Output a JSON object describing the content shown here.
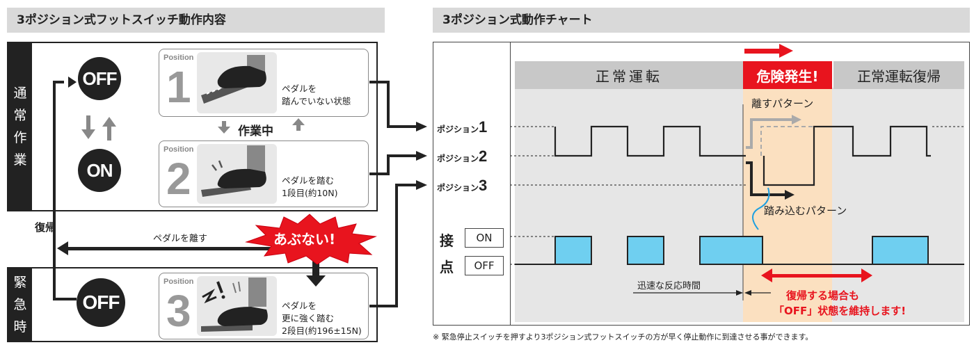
{
  "left": {
    "header": "3ポジション式フットスイッチ動作内容",
    "normal_label": [
      "通",
      "常",
      "作",
      "業"
    ],
    "emergency_label": [
      "緊",
      "急",
      "時"
    ],
    "off_label": "OFF",
    "on_label": "ON",
    "working_label": "作業中",
    "restore_label": "復帰",
    "release_label": "ペダルを離す",
    "danger_label": "あぶない!",
    "positions": [
      {
        "tag": "Position",
        "num": "1",
        "desc": [
          "ペダルを",
          "踏んでいない状態"
        ]
      },
      {
        "tag": "Position",
        "num": "2",
        "desc": [
          "ペダルを踏む",
          "1段目(約10N)"
        ]
      },
      {
        "tag": "Position",
        "num": "3",
        "desc": [
          "ペダルを",
          "更に強く踏む",
          "2段目(約196±15N)"
        ]
      }
    ]
  },
  "right": {
    "header": "3ポジション式動作チャート",
    "band_normal": "正常運転",
    "band_danger": "危険発生!",
    "band_recover": "正常運転復帰",
    "pos_prefix": "ポジション",
    "pos_nums": [
      "1",
      "2",
      "3"
    ],
    "release_pattern": "離すパターン",
    "press_pattern": "踏み込むパターン",
    "contact_label": [
      "接",
      "点"
    ],
    "on_box": "ON",
    "off_box": "OFF",
    "reaction_time": "迅速な反応時間",
    "maintain_line1": "復帰する場合も",
    "maintain_line2": "「OFF」状態を維持します!"
  },
  "footnote": "※ 緊急停止スイッチを押すより3ポジション式フットスイッチの方が早く停止動作に到達させる事ができます。",
  "colors": {
    "danger_red": "#e8141e",
    "peach": "#fbe0c0",
    "contact_blue": "#6fcff0",
    "band_gray": "#c8c8c8"
  }
}
